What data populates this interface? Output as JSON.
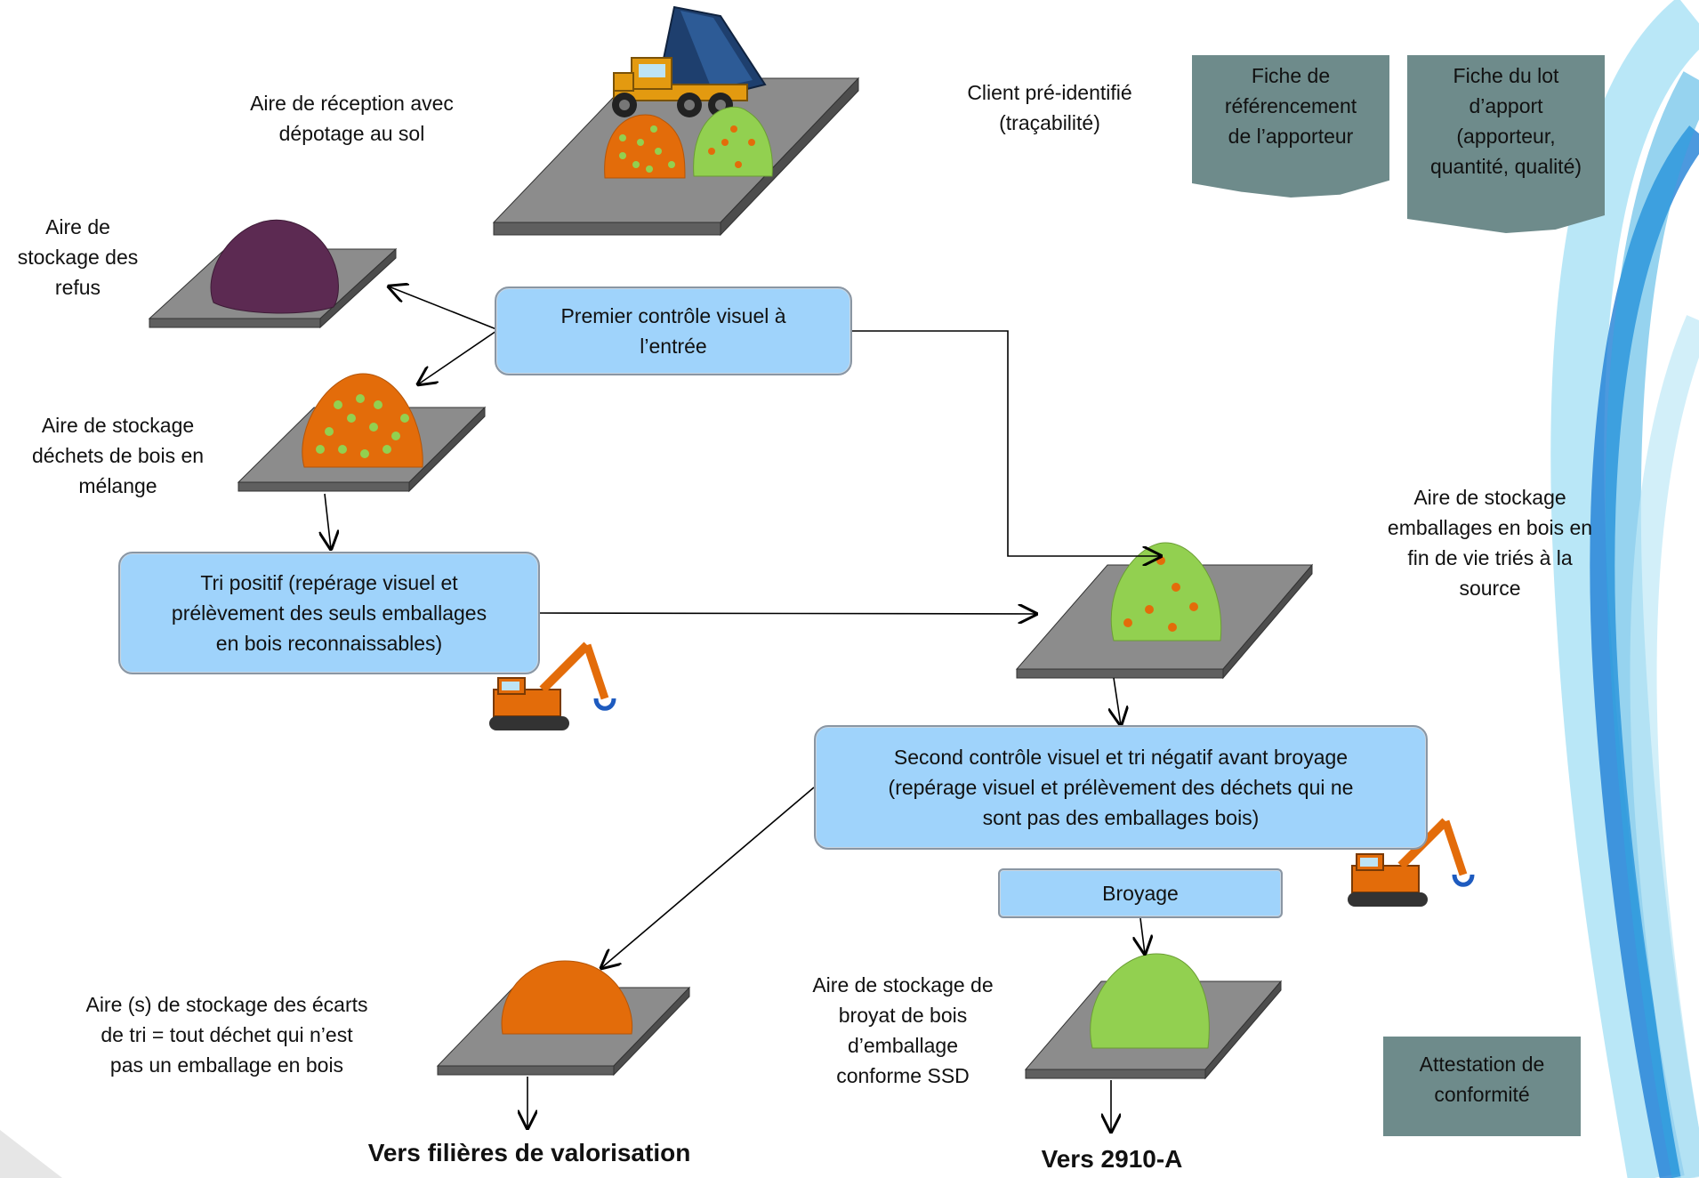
{
  "areas": {
    "reception": "Aire de réception avec\ndépotage au sol",
    "refus": "Aire de\nstockage des\nrefus",
    "melange": "Aire de stockage\ndéchets de bois en\nmélange",
    "emballages": "Aire de stockage\nemballages en bois en\nfin de vie  triés à la\nsource",
    "ecarts": "Aire (s) de stockage des écarts\nde tri = tout déchet qui n’est\npas un emballage en bois",
    "broyat": "Aire de stockage de\nbroyat de bois\nd’emballage\nconforme SSD"
  },
  "client": "Client pré-identifié\n(traçabilité)",
  "docs": {
    "fiche_ref": "Fiche de\nréférencement\nde l’apporteur",
    "fiche_lot": "Fiche du lot\nd’apport\n(apporteur,\nquantité, qualité)",
    "attestation": "Attestation de\nconformité"
  },
  "steps": {
    "premier": "Premier contrôle visuel à\nl’entrée",
    "tri_positif": "Tri positif (repérage visuel et\nprélèvement des seuls emballages\nen bois reconnaissables)",
    "second": "Second contrôle visuel et tri négatif avant broyage\n(repérage visuel et prélèvement des déchets qui ne\nsont pas des emballages bois)",
    "broyage": "Broyage"
  },
  "outputs": {
    "valorisation": "Vers filières de valorisation",
    "a2910": "Vers 2910-A"
  },
  "colors": {
    "orange": "#e36c0a",
    "green": "#92d050",
    "purple": "#5c2a52",
    "box": "#9fd3fb",
    "doc": "#6e8b8b",
    "platform": "#8c8c8c"
  }
}
